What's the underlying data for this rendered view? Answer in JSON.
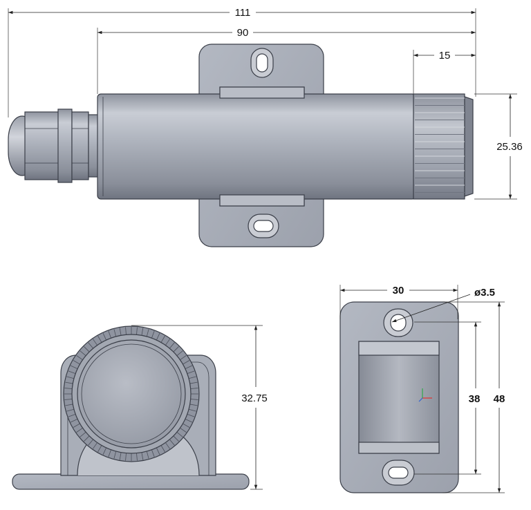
{
  "dimensions": {
    "overall_length": "111",
    "body_length": "90",
    "cap_length": "15",
    "body_diameter": "25.36",
    "height": "32.75",
    "bracket_width": "30",
    "hole_diameter": "3.5",
    "bracket_slot_height": "38",
    "bracket_height": "48",
    "diameter_symbol": "ø"
  },
  "colors": {
    "part_fill": "#a8adb8",
    "part_light": "#c7cbd3",
    "part_dark": "#7d828e",
    "edge": "#3a3e48",
    "dimension_line": "#222222",
    "background": "#ffffff",
    "axis_x": "#e03030",
    "axis_y": "#2fa84a",
    "axis_z": "#3060d0"
  }
}
